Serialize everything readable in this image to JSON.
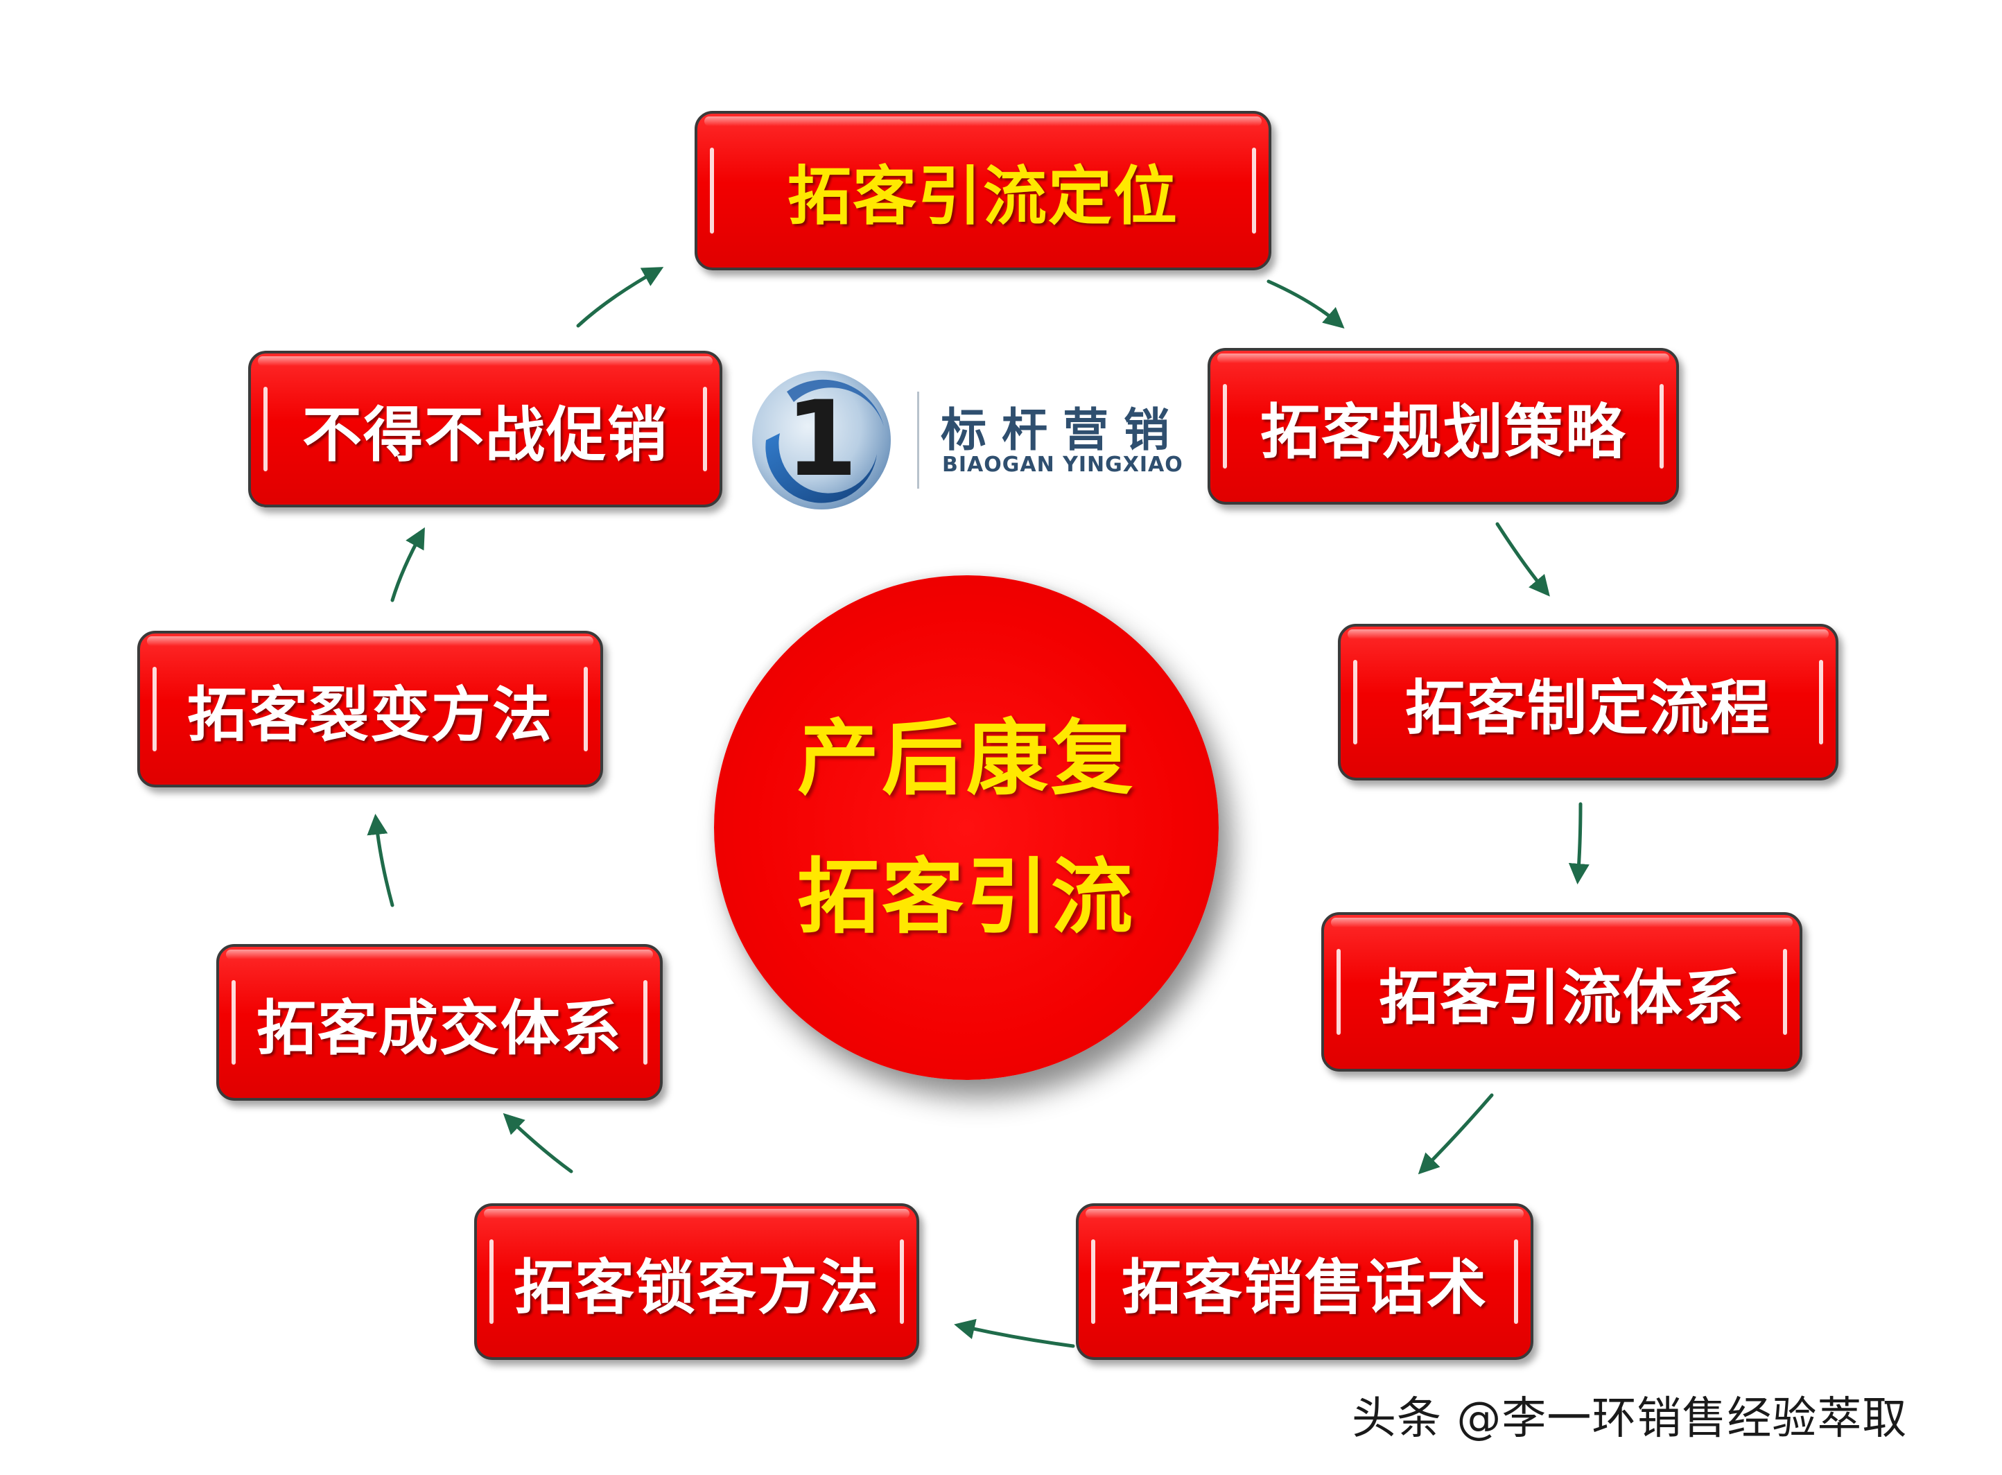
{
  "center": {
    "line1": "产后康复",
    "line2": "拓客引流"
  },
  "logo": {
    "name": "标杆营销",
    "subtitle": "BIAOGAN YINGXIAO",
    "mark_text": "1"
  },
  "cycle": [
    {
      "label": "拓客引流定位"
    },
    {
      "label": "拓客规划策略"
    },
    {
      "label": "拓客制定流程"
    },
    {
      "label": "拓客引流体系"
    },
    {
      "label": "拓客销售话术"
    },
    {
      "label": "拓客锁客方法"
    },
    {
      "label": "拓客成交体系"
    },
    {
      "label": "拓客裂变方法"
    },
    {
      "label": "不得不战促销"
    }
  ],
  "watermark": "头条 @李一环销售经验萃取",
  "colors": {
    "box_fill": "#f20000",
    "box_border": "#3a3a3a",
    "label_white": "#ffffff",
    "label_yellow": "#ffe800",
    "arrow": "#1f6b4a",
    "logo_blue": "#2f4f6f"
  }
}
